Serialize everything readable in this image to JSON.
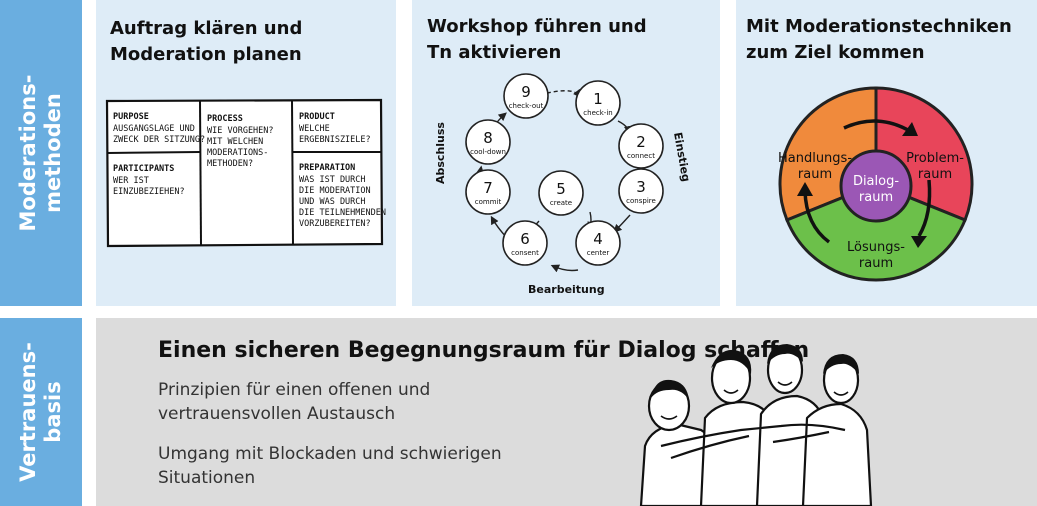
{
  "sidebar": {
    "top_label_line1": "Moderations-",
    "top_label_line2": "methoden",
    "bottom_label_line1": "Vertrauens-",
    "bottom_label_line2": "basis"
  },
  "panel1": {
    "title_line1": "Auftrag klären und",
    "title_line2": "Moderation planen",
    "canvas": {
      "purpose": {
        "heading": "PURPOSE",
        "lines": [
          "AUSGANGSLAGE UND",
          "ZWECK DER SITZUNG?"
        ]
      },
      "process": {
        "heading": "PROCESS",
        "lines": [
          "WIE VORGEHEN?",
          "MIT WELCHEN",
          "MODERATIONS-",
          "METHODEN?"
        ]
      },
      "product": {
        "heading": "PRODUCT",
        "lines": [
          "WELCHE",
          "ERGEBNISZIELE?"
        ]
      },
      "participants": {
        "heading": "PARTICIPANTS",
        "lines": [
          "WER IST",
          "EINZUBEZIEHEN?"
        ]
      },
      "preparation": {
        "heading": "PREPARATION",
        "lines": [
          "WAS IST DURCH",
          "DIE MODERATION",
          "UND WAS DURCH",
          "DIE TEILNEHMENDEN",
          "VORZUBEREITEN?"
        ]
      }
    }
  },
  "panel2": {
    "title_line1": "Workshop führen und",
    "title_line2": "Tn aktivieren",
    "steps": [
      {
        "num": "1",
        "label": "check-in"
      },
      {
        "num": "2",
        "label": "connect"
      },
      {
        "num": "3",
        "label": "conspire"
      },
      {
        "num": "4",
        "label": "center"
      },
      {
        "num": "5",
        "label": "create"
      },
      {
        "num": "6",
        "label": "consent"
      },
      {
        "num": "7",
        "label": "commit"
      },
      {
        "num": "8",
        "label": "cool-down"
      },
      {
        "num": "9",
        "label": "check-out"
      }
    ],
    "phase_einstieg": "Einstieg",
    "phase_bearbeitung": "Bearbeitung",
    "phase_abschluss": "Abschluss"
  },
  "panel3": {
    "title_line1": "Mit Moderationstechniken",
    "title_line2": "zum Ziel kommen",
    "segments": {
      "handlung": [
        "Handlungs-",
        "raum"
      ],
      "problem": [
        "Problem-",
        "raum"
      ],
      "loesung": [
        "Lösungs-",
        "raum"
      ],
      "dialog": [
        "Dialog-",
        "raum"
      ]
    },
    "colors": {
      "handlung": "#f08a3c",
      "problem": "#e8455a",
      "loesung": "#6cc04a",
      "dialog": "#9b57b5"
    }
  },
  "bottom": {
    "headline": "Einen sicheren Begegnungsraum für Dialog schaffen",
    "para1_line1": "Prinzipien für einen offenen und",
    "para1_line2": "vertrauensvollen Austausch",
    "para2_line1": "Umgang mit Blockaden und schwierigen",
    "para2_line2": "Situationen"
  }
}
